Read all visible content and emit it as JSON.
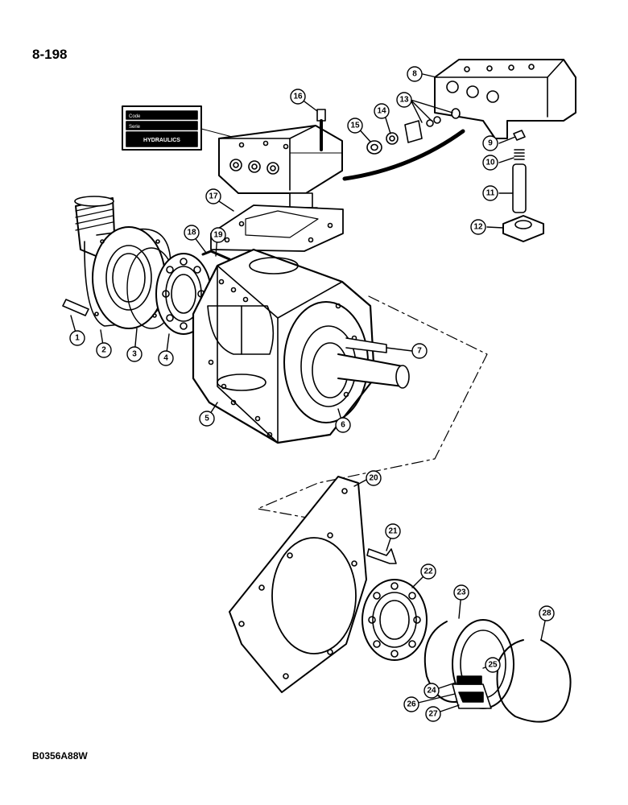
{
  "page_number": "8-198",
  "figure_code": "B0356A88W",
  "plate": {
    "brand": "HYDRAULICS",
    "rows": [
      "Code",
      "Serie"
    ]
  },
  "callouts": [
    "1",
    "2",
    "3",
    "4",
    "5",
    "6",
    "7",
    "8",
    "9",
    "10",
    "11",
    "12",
    "13",
    "14",
    "15",
    "16",
    "17",
    "18",
    "19",
    "20",
    "21",
    "22",
    "23",
    "24",
    "25",
    "26",
    "27",
    "28"
  ]
}
